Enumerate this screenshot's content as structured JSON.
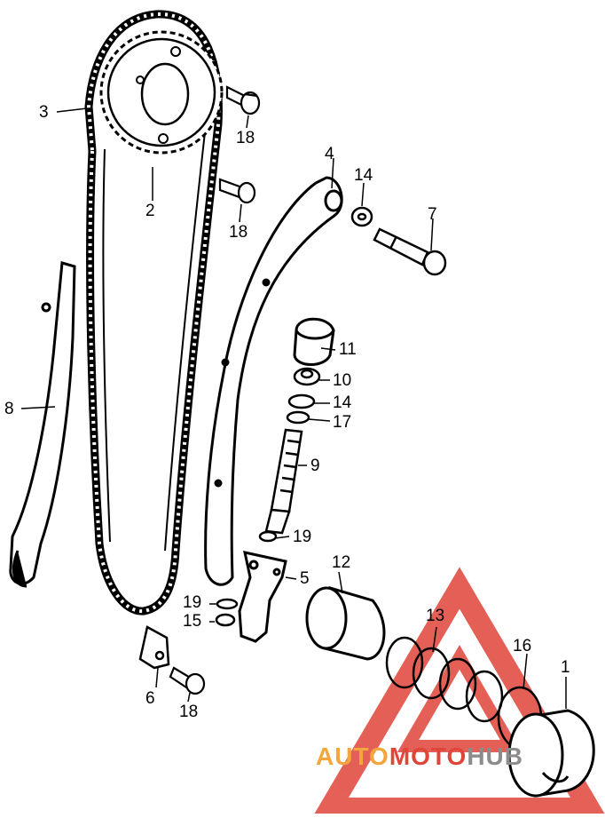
{
  "colors": {
    "ink": "#000000",
    "watermark_red": "#e0453a",
    "watermark_orange": "#f2a63c",
    "watermark_grey": "#8c8c8c"
  },
  "callouts": {
    "c1": "1",
    "c2": "2",
    "c3": "3",
    "c4": "4",
    "c5": "5",
    "c6": "6",
    "c7": "7",
    "c8": "8",
    "c9": "9",
    "c10": "10",
    "c11": "11",
    "c12": "12",
    "c13": "13",
    "c14a": "14",
    "c14b": "14",
    "c15": "15",
    "c16": "16",
    "c17": "17",
    "c18a": "18",
    "c18b": "18",
    "c18c": "18",
    "c19a": "19",
    "c19b": "19"
  },
  "watermark": {
    "part1": "AUTO",
    "part2": "MOTO",
    "part3": "HUB"
  }
}
